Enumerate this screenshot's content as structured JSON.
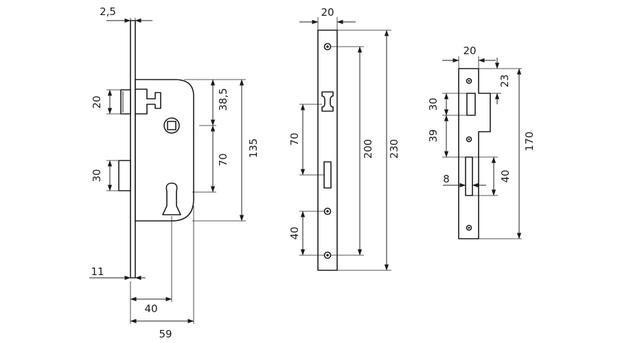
{
  "lock_body": {
    "dims": {
      "faceplate_thickness": "2,5",
      "latch_height": "20",
      "latch_to_spindle": "38,5",
      "spindle_to_cylinder": "70",
      "case_height": "135",
      "deadbolt_height": "30",
      "faceplate_offset": "11",
      "backset": "40",
      "case_depth": "59"
    }
  },
  "faceplate": {
    "dims": {
      "width": "20",
      "hole_spacing": "200",
      "length": "230",
      "latch_to_bolt": "70",
      "lower_hole_spacing": "40"
    }
  },
  "strike_plate": {
    "dims": {
      "width": "20",
      "top_offset": "23",
      "latch_opening": "30",
      "gap": "39",
      "length": "170",
      "bolt_opening": "40",
      "bolt_opening_width": "8"
    }
  },
  "colors": {
    "line": "#1a1a1a",
    "background": "#ffffff"
  }
}
